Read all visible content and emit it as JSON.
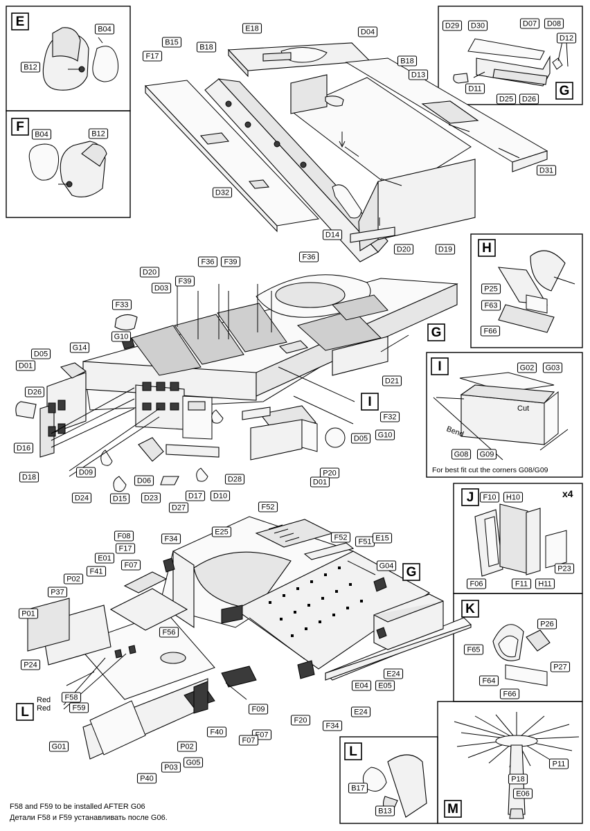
{
  "panels": {
    "E": {
      "letter": "E",
      "labels": [
        "B04",
        "B12"
      ]
    },
    "F": {
      "letter": "F",
      "labels": [
        "B04",
        "B12"
      ]
    },
    "G": {
      "letter": "G",
      "labels": [
        "D29",
        "D30",
        "D07",
        "D08",
        "D12",
        "D11",
        "D25",
        "D26"
      ]
    },
    "H": {
      "letter": "H",
      "labels": [
        "P25",
        "F63",
        "F66"
      ]
    },
    "I": {
      "letter": "I",
      "labels": [
        "G02",
        "G03",
        "G08",
        "G09"
      ],
      "cut_text": "Cut",
      "bend_text": "Bend",
      "note": "For best fit cut the corners G08/G09"
    },
    "J": {
      "letter": "J",
      "multiplier": "x4",
      "labels": [
        "F10",
        "H10",
        "F06",
        "F11",
        "H11",
        "P23"
      ]
    },
    "K": {
      "letter": "K",
      "labels": [
        "P26",
        "F65",
        "P27",
        "F64",
        "F66"
      ]
    },
    "L_detail": {
      "letter": "L",
      "labels": [
        "B17",
        "B13"
      ]
    },
    "M": {
      "letter": "M",
      "labels": [
        "P11",
        "P18",
        "E06"
      ]
    }
  },
  "top_assembly": {
    "labels": [
      "E18",
      "D04",
      "B15",
      "B18",
      "F17",
      "B18",
      "D13",
      "D31",
      "D32",
      "D14",
      "D20",
      "D19"
    ]
  },
  "middle_assembly": {
    "labels": [
      "F36",
      "F39",
      "F36",
      "D20",
      "D03",
      "F39",
      "F33",
      "G10",
      "G14",
      "D05",
      "D01",
      "D26",
      "D21",
      "F32",
      "G10",
      "D05",
      "P20",
      "D01",
      "D16",
      "D18",
      "D09",
      "D24",
      "D06",
      "D15",
      "D23",
      "D27",
      "D17",
      "D10",
      "D28"
    ],
    "callouts": {
      "g": "G",
      "i": "I"
    }
  },
  "bottom_assembly": {
    "labels": [
      "F52",
      "F52",
      "F51",
      "E15",
      "E25",
      "F08",
      "F34",
      "E01",
      "F17",
      "F07",
      "F41",
      "P02",
      "G04",
      "P37",
      "P01",
      "F56",
      "P24",
      "F58",
      "F59",
      "G01",
      "E24",
      "E04",
      "E05",
      "E24",
      "F09",
      "F20",
      "F34",
      "F07",
      "F40",
      "F07",
      "P02",
      "G05",
      "P03",
      "P40"
    ],
    "callouts": {
      "g": "G",
      "l": "L"
    },
    "red_text": [
      "Red",
      "Red"
    ]
  },
  "footer": {
    "line1": "F58 and F59 to be installed AFTER G06",
    "line2": "Детали F58 и F59 устанавливать после G06."
  }
}
